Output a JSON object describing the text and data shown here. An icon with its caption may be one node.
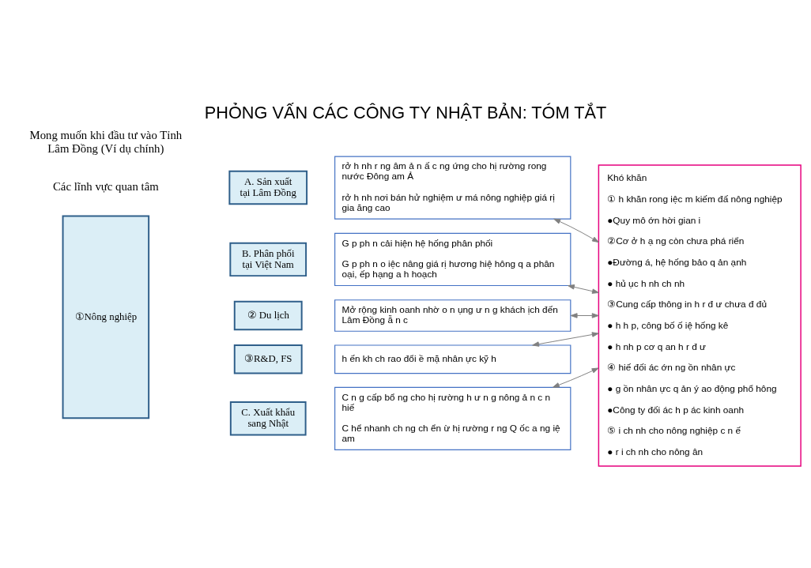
{
  "diagram": {
    "title": "PHỎNG VẤN CÁC CÔNG TY NHẬT BẢN: TÓM TẮT",
    "nodes": [
      {
        "text": [
          "①Nông nghiệp"
        ]
      },
      {
        "text": [
          "A. Sản xuất tại Lâm Đồng"
        ]
      },
      {
        "text": [
          "rở h nh r ng âm ả n ấ c ng ứng cho hị rường rong nước Đông am Ả",
          "rở h nh nơi bán hử nghiệm ư má nông nghiệp giá rị gia ăng cao"
        ]
      },
      {
        "text": [
          "B. Phân phối tại Việt Nam"
        ]
      },
      {
        "text": [
          "G p ph n cải hiện hệ hống phân phối",
          "G p ph n o iệc nâng giá rị hương hiệ hông q a phân oại, ếp hạng a h hoạch"
        ]
      },
      {
        "text": [
          "C. Xuất khẩu sang Nhật"
        ]
      },
      {
        "text": [
          "C n g cấp bổ ng cho hị rường h ư n g nông ả n c n hiế",
          "C hể nhanh ch ng ch ển ừ hị rường r ng Q ốc a ng iệ am"
        ]
      },
      {
        "text": [
          "② Du lịch"
        ]
      },
      {
        "text": [
          "Mở rộng kinh oanh nhờ o n ụng ư n g khách ịch đến Lâm Đồng ẫ n c"
        ]
      },
      {
        "text": [
          "③R&D, FS"
        ]
      },
      {
        "text": [
          "h ến kh ch rao đổi ề mặ nhân ực kỹ h"
        ]
      },
      {
        "text": [
          "Khó khăn",
          "① h khăn rong iệc m kiếm đấ nông nghiệp",
          "●Quy mô ớn hời gian i",
          "②Cơ ở h ạ ng còn chưa phá riển",
          "●Đường á, hệ hống bảo q ản ạnh",
          "● hủ ục h nh ch nh",
          "③Cung cấp thông in h r đ ư chưa đ đủ",
          "● h h p, công bố ố iệ hống kê",
          "● h nh p cơ q an h r đ ư",
          "④ hiế đối ác ớn ng ồn nhân ực",
          "● g ồn nhân ực q ản ý ao động phổ hông",
          "●Công ty đối ác h p ác kinh oanh",
          "⑤ i ch nh cho nông nghiệp c n ế",
          "● r i ch nh cho nông ân"
        ]
      }
    ],
    "edges": [
      {
        "from": 2,
        "to": 11,
        "arrow": "both"
      },
      {
        "from": 4,
        "to": 11,
        "arrow": "both"
      },
      {
        "from": 6,
        "to": 11,
        "arrow": "both"
      },
      {
        "from": 8,
        "to": 11,
        "arrow": "both"
      },
      {
        "from": 10,
        "to": 11,
        "arrow": "both"
      }
    ],
    "labels": [
      "Các lĩnh vực quan tâm",
      "Mong muốn khi đầu tư vào Tỉnh Lâm Đồng (Ví dụ chính)"
    ]
  }
}
